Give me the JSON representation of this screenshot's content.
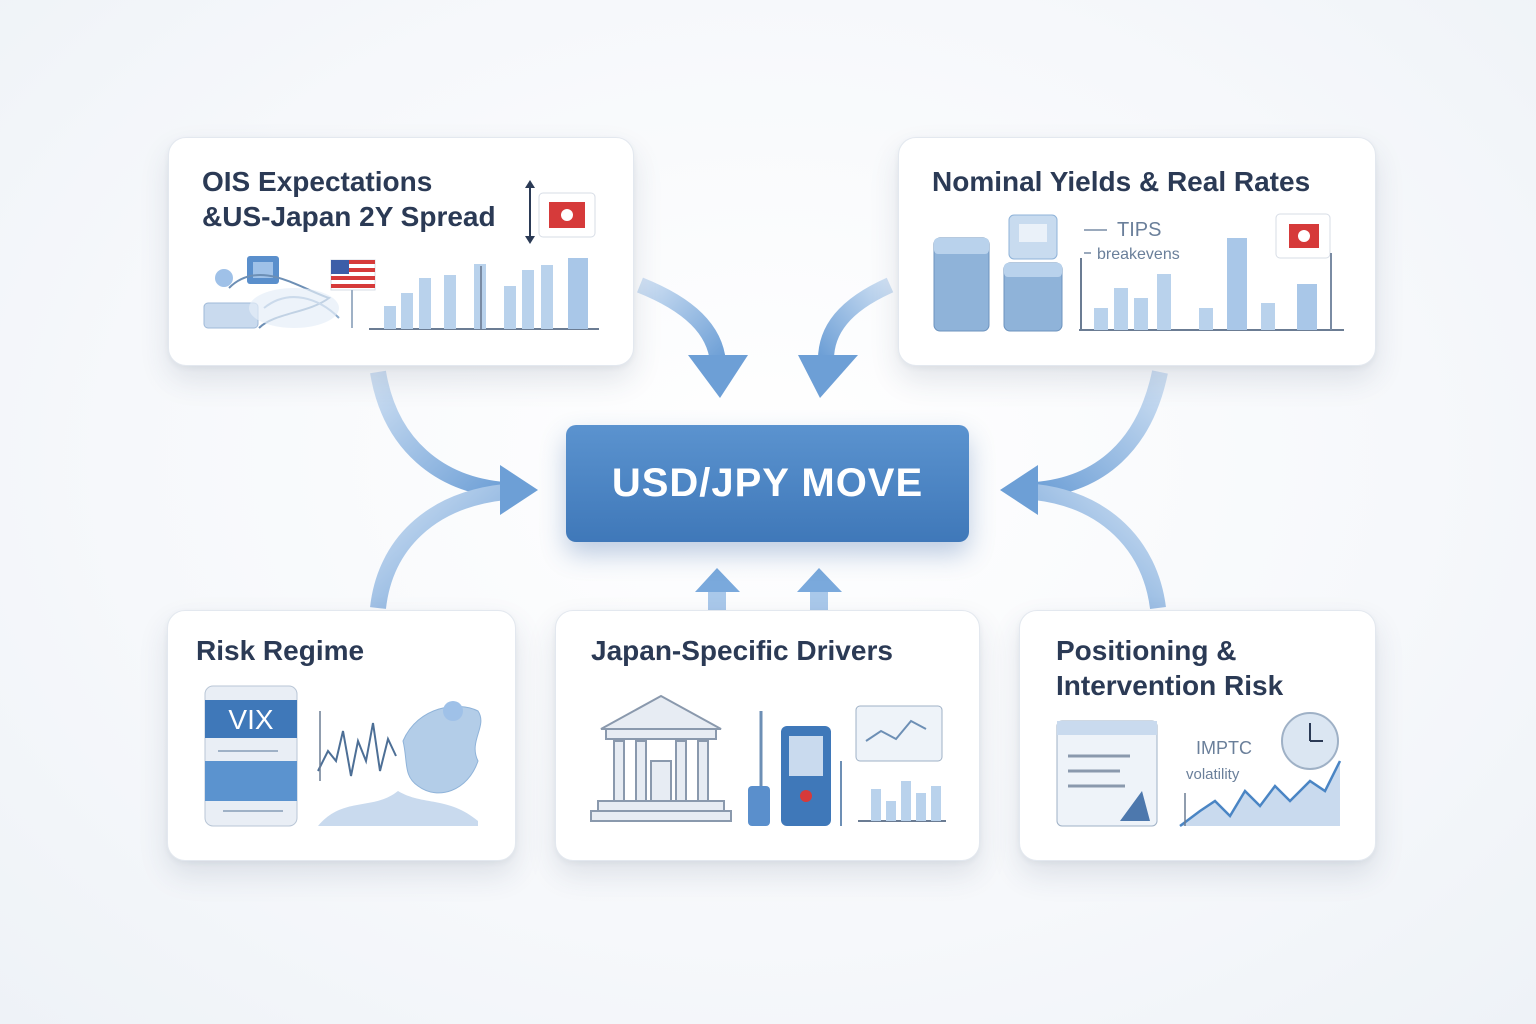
{
  "center": {
    "label": "USD/JPY MOVE"
  },
  "cards": {
    "ois": {
      "title": "OIS Expectations\n&US-Japan 2Y Spread"
    },
    "yields": {
      "title": "Nominal Yields & Real Rates",
      "legend": [
        "TIPS",
        "breakevens"
      ]
    },
    "risk": {
      "title": "Risk Regime",
      "badge": "VIX"
    },
    "japan": {
      "title": "Japan-Specific Drivers"
    },
    "positioning": {
      "title": "Positioning &\nIntervention Risk",
      "labels": [
        "IMPTC",
        "volatility"
      ]
    }
  },
  "colors": {
    "accent": "#4a85c4",
    "arrow": "#7aa9dc",
    "title": "#2b3a55",
    "jp_red": "#d63a3a"
  }
}
